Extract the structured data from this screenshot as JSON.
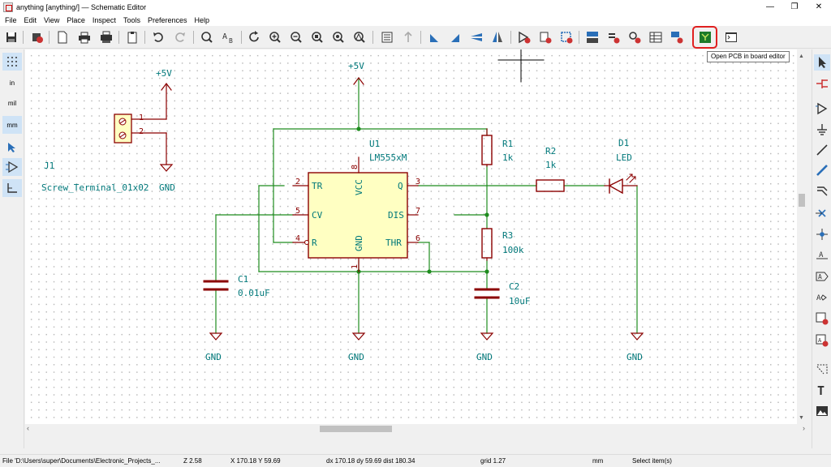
{
  "window": {
    "title": "anything [anything/] — Schematic Editor",
    "controls": [
      "—",
      "❐",
      "✕"
    ]
  },
  "menu": [
    "File",
    "Edit",
    "View",
    "Place",
    "Inspect",
    "Tools",
    "Preferences",
    "Help"
  ],
  "toolbar": {
    "tooltip": "Open PCB in board editor",
    "buttons": [
      {
        "name": "save-icon"
      },
      {
        "name": "schematic-setup-icon"
      },
      {
        "name": "page-settings-icon"
      },
      {
        "name": "print-icon"
      },
      {
        "name": "plot-icon"
      },
      {
        "name": "paste-icon"
      },
      {
        "name": "undo-icon"
      },
      {
        "name": "redo-icon"
      },
      {
        "name": "find-icon"
      },
      {
        "name": "find-replace-icon"
      },
      {
        "name": "refresh-icon"
      },
      {
        "name": "zoom-in-icon"
      },
      {
        "name": "zoom-out-icon"
      },
      {
        "name": "zoom-fit-icon"
      },
      {
        "name": "zoom-objects-icon"
      },
      {
        "name": "zoom-selection-icon"
      },
      {
        "name": "hierarchy-navigator-icon"
      },
      {
        "name": "leave-sheet-icon"
      },
      {
        "name": "rotate-ccw-icon"
      },
      {
        "name": "rotate-cw-icon"
      },
      {
        "name": "mirror-vertical-icon"
      },
      {
        "name": "mirror-horizontal-icon"
      },
      {
        "name": "symbol-editor-icon"
      },
      {
        "name": "symbol-browser-icon"
      },
      {
        "name": "footprint-assign-icon"
      },
      {
        "name": "annotate-icon"
      },
      {
        "name": "erc-icon"
      },
      {
        "name": "assign-footprints-icon"
      },
      {
        "name": "bom-icon"
      },
      {
        "name": "netlist-icon"
      },
      {
        "name": "pcb-editor-icon"
      },
      {
        "name": "scripting-console-icon"
      }
    ]
  },
  "left_toolbar": {
    "units_in": "in",
    "units_mil": "mil",
    "units_mm": "mm"
  },
  "schematic": {
    "power_5v_a": "+5V",
    "power_5v_b": "+5V",
    "j1_ref": "J1",
    "j1_value": "Screw_Terminal_01x02",
    "j1_pin1": "1",
    "j1_pin2": "2",
    "gnd_label_j1": "GND",
    "u1_ref": "U1",
    "u1_value": "LM555xM",
    "u1_pins": {
      "tr": "TR",
      "cv": "CV",
      "r": "R",
      "vcc": "VCC",
      "gnd": "GND",
      "q": "Q",
      "dis": "DIS",
      "thr": "THR",
      "n2": "2",
      "n5": "5",
      "n4": "4",
      "n8": "8",
      "n1": "1",
      "n3": "3",
      "n7": "7",
      "n6": "6"
    },
    "r1_ref": "R1",
    "r1_value": "1k",
    "r2_ref": "R2",
    "r2_value": "1k",
    "r3_ref": "R3",
    "r3_value": "100k",
    "d1_ref": "D1",
    "d1_value": "LED",
    "c1_ref": "C1",
    "c1_value": "0.01uF",
    "c2_ref": "C2",
    "c2_value": "10uF",
    "gnd_c1": "GND",
    "gnd_u1": "GND",
    "gnd_c2": "GND",
    "gnd_led": "GND"
  },
  "status": {
    "file": "File 'D:\\Users\\super\\Documents\\Electronic_Projects_...",
    "zoom": "Z 2.58",
    "cursor": "X 170.18  Y 59.69",
    "delta": "dx 170.18  dy 59.69  dist 180.34",
    "grid": "grid 1.27",
    "units": "mm",
    "mode": "Select item(s)"
  },
  "colors": {
    "wire": "#1e8c1e",
    "component": "#8b0000",
    "text": "#00787a",
    "highlight": "#e02020"
  }
}
